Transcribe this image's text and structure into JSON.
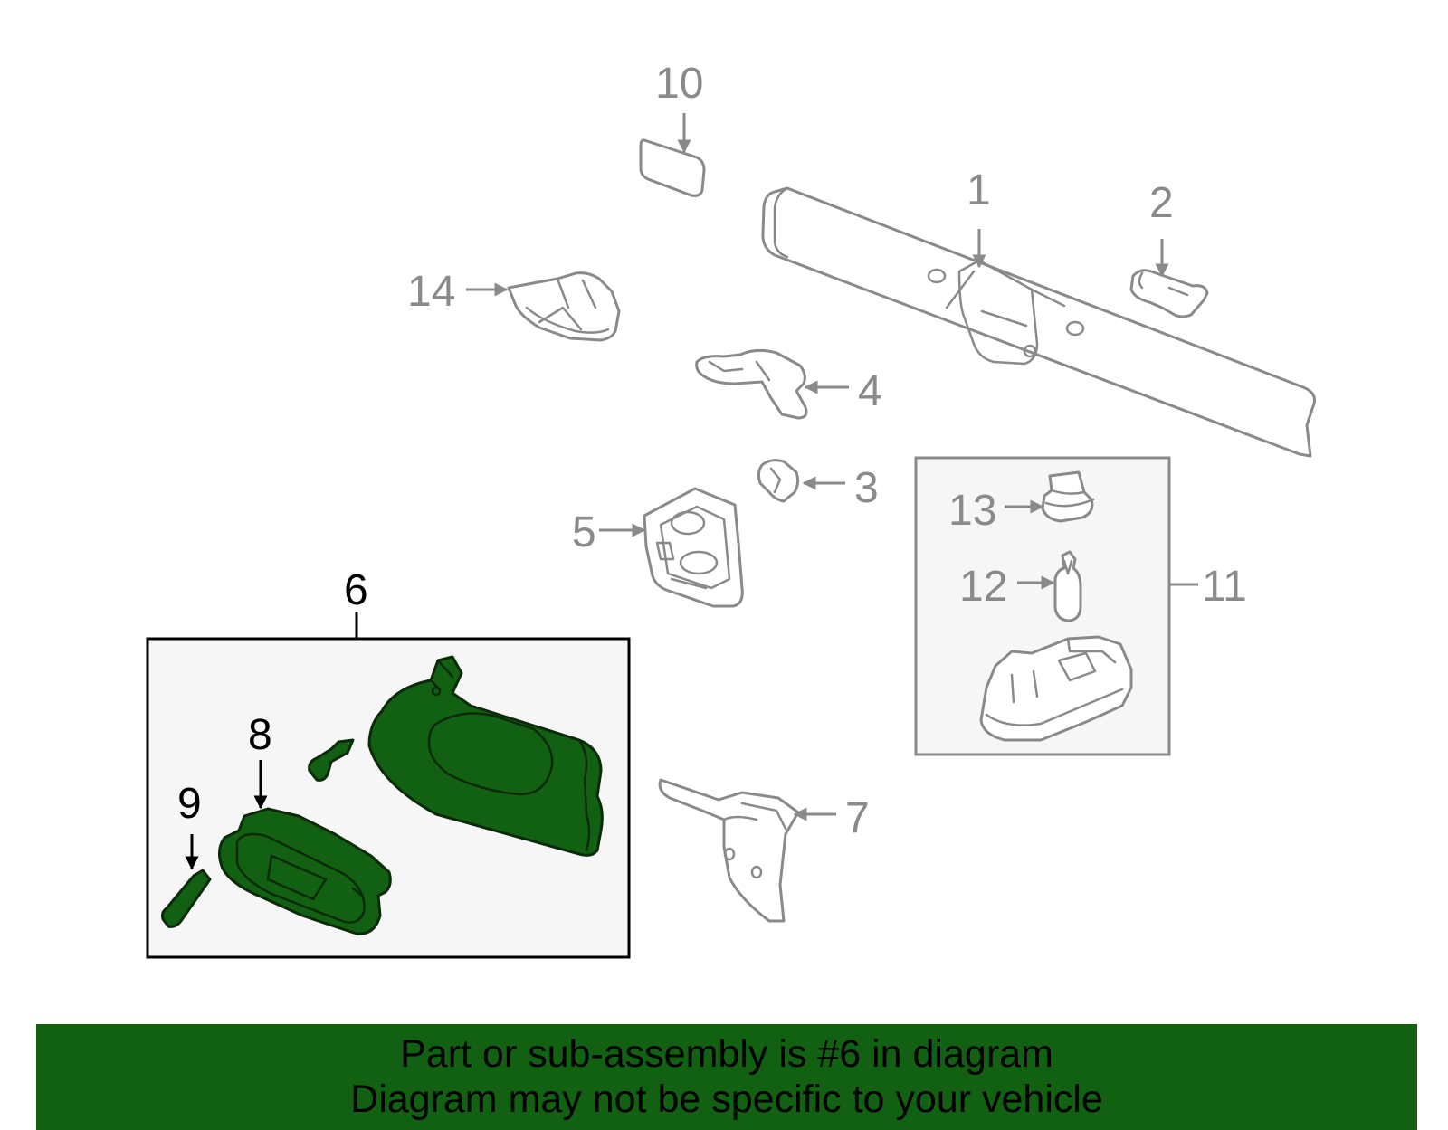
{
  "callouts": {
    "c1": "1",
    "c2": "2",
    "c3": "3",
    "c4": "4",
    "c5": "5",
    "c6": "6",
    "c7": "7",
    "c8": "8",
    "c9": "9",
    "c10": "10",
    "c11": "11",
    "c12": "12",
    "c13": "13",
    "c14": "14"
  },
  "highlighted_part": "6",
  "colors": {
    "highlight": "#126012",
    "banner": "#126012",
    "muted_line": "#8a8a8a"
  },
  "banner": {
    "line1": "Part or sub-assembly is #6 in diagram",
    "line2": "Diagram may not be specific to your vehicle"
  }
}
